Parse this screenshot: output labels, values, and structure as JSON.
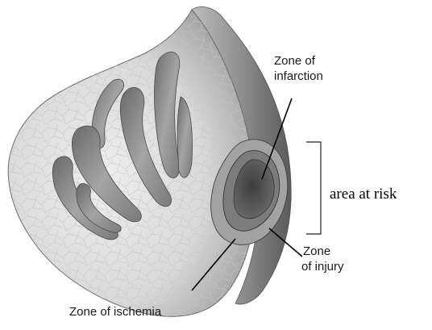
{
  "labels": {
    "infarction_line1": "Zone of",
    "infarction_line2": "infarction",
    "area_at_risk": "area at risk",
    "injury_line1": "Zone",
    "injury_line2": "of injury",
    "ischemia": "Zone of ischemia"
  },
  "colors": {
    "myocardium": "#d2d2d2",
    "cavity": "#8c8c8c",
    "ischemia_zone": "#a8a8a8",
    "injury_zone": "#7e7e7e",
    "infarction_zone": "#4d4d4d",
    "outline": "#3a3a3a"
  }
}
